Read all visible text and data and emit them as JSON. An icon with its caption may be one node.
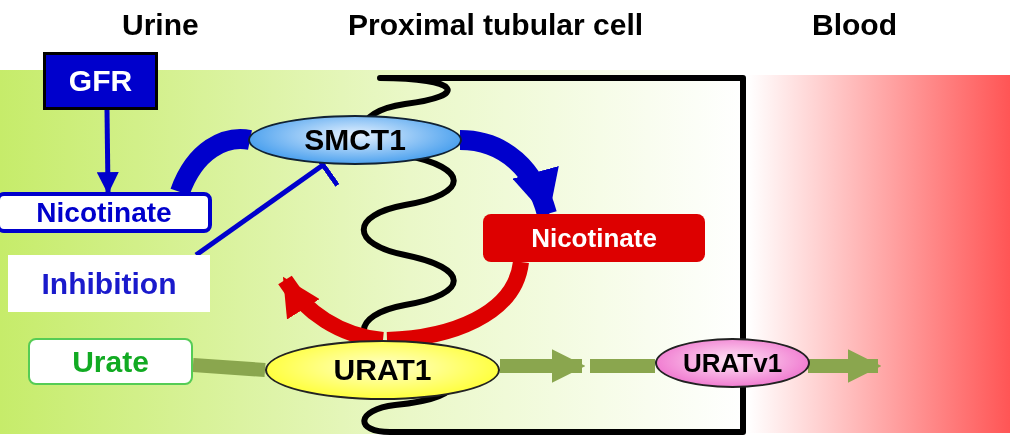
{
  "diagram": {
    "nodes": [
      {
        "text": [
          "GFR"
        ]
      },
      {
        "text": [
          "Nicotinate"
        ]
      },
      {
        "text": [
          "Inhibition"
        ]
      },
      {
        "text": [
          "SMCT1"
        ]
      },
      {
        "text": [
          "Nicotinate"
        ]
      },
      {
        "text": [
          "Urate"
        ]
      },
      {
        "text": [
          "URAT1"
        ]
      },
      {
        "text": [
          "URATv1"
        ]
      }
    ],
    "edges": [
      {
        "from": 0,
        "to": 1,
        "arrow": "to",
        "color": "#0000cc"
      },
      {
        "from": 1,
        "to": 3,
        "arrow": "none",
        "color": "#0000cc"
      },
      {
        "from": 3,
        "to": 4,
        "arrow": "to",
        "color": "#0000cc"
      },
      {
        "from": 2,
        "to": 3,
        "arrow": "other",
        "color": "#0000cc"
      },
      {
        "from": 4,
        "to": 6,
        "arrow": "none",
        "color": "#dd0000"
      },
      {
        "from": 6,
        "to": null,
        "arrow": "to",
        "color": "#dd0000"
      },
      {
        "from": 5,
        "to": 6,
        "arrow": "none",
        "color": "#8aa64e"
      },
      {
        "from": 6,
        "to": null,
        "arrow": "to",
        "color": "#8aa64e"
      },
      {
        "from": null,
        "to": 7,
        "arrow": "none",
        "color": "#8aa64e"
      },
      {
        "from": 7,
        "to": null,
        "arrow": "to",
        "color": "#8aa64e"
      }
    ],
    "labels": [
      "Urine",
      "Proximal tubular cell",
      "Blood"
    ]
  }
}
